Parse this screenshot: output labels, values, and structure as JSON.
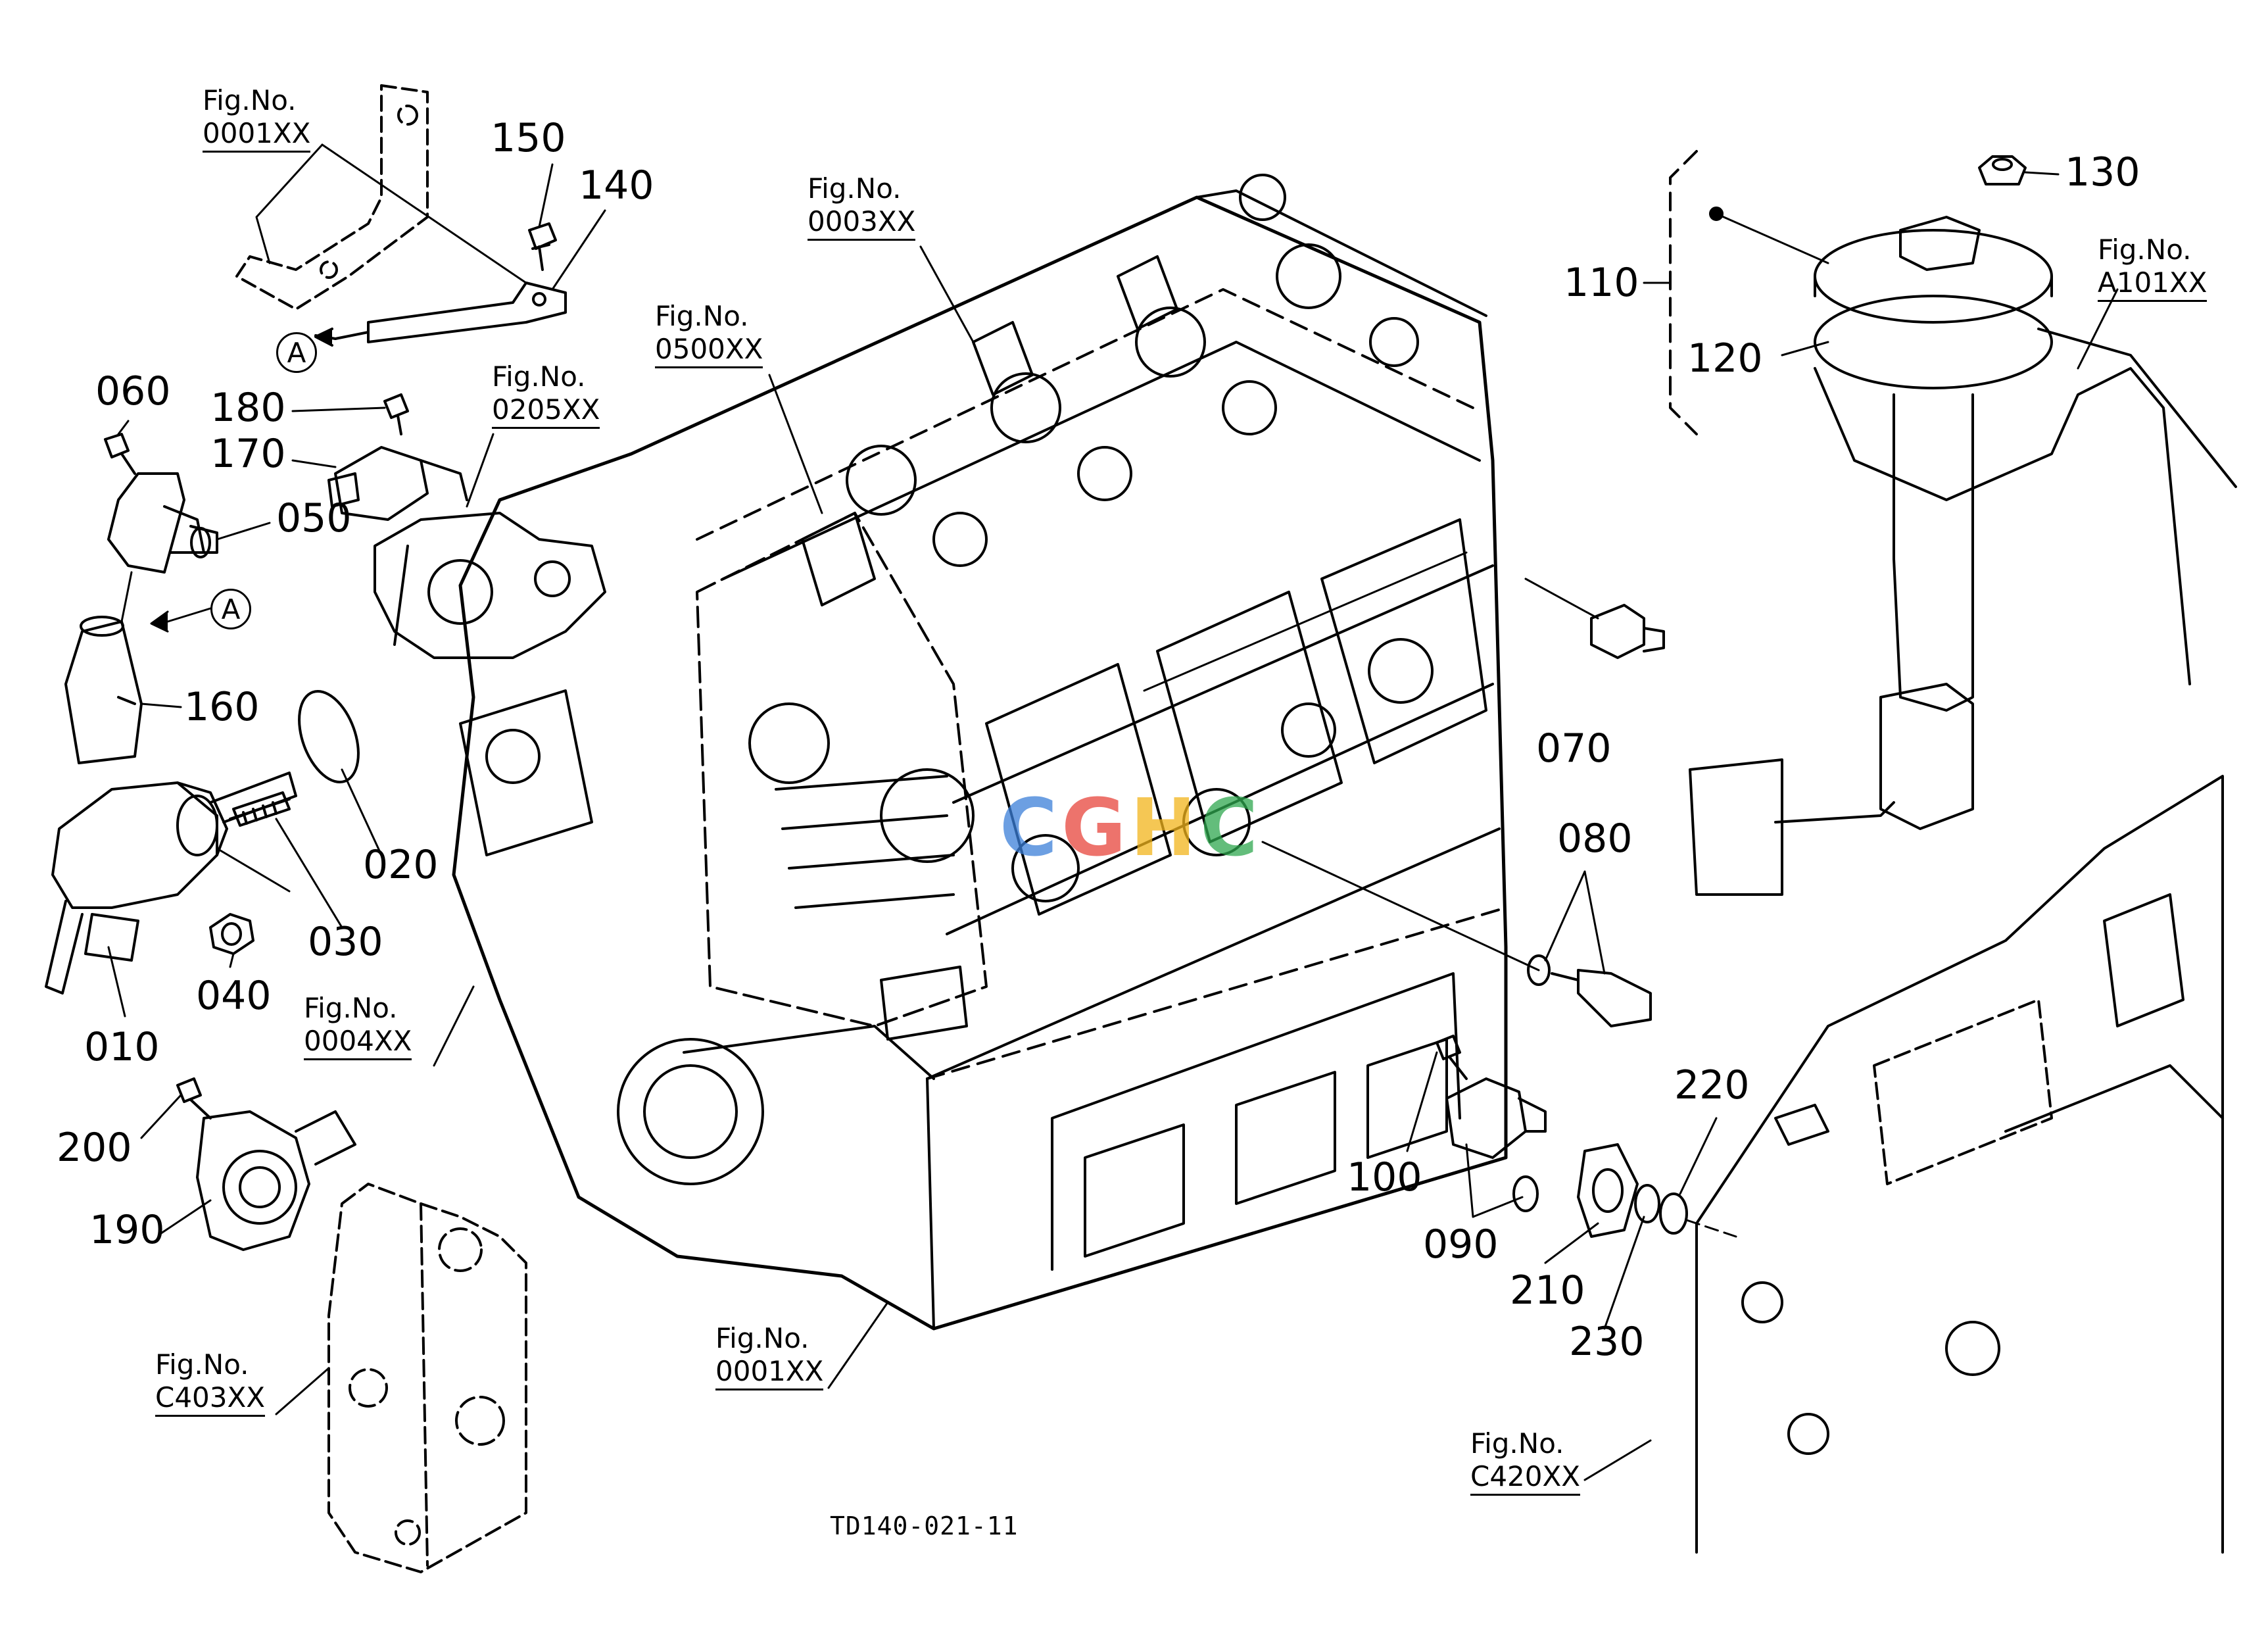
{
  "drawing_code": "TD140-021-11",
  "watermark": {
    "letters": [
      "C",
      "G",
      "H",
      "C"
    ],
    "colors": [
      "#3b7fd9",
      "#e8453c",
      "#f2b51c",
      "#2fa84f"
    ]
  },
  "reference_marker": "A",
  "fig_prefix": "Fig.No.",
  "figure_refs": [
    {
      "id": "fig-0001xx-top",
      "no": "0001XX"
    },
    {
      "id": "fig-0003xx",
      "no": "0003XX"
    },
    {
      "id": "fig-0500xx",
      "no": "0500XX"
    },
    {
      "id": "fig-0205xx",
      "no": "0205XX"
    },
    {
      "id": "fig-a101xx",
      "no": "A101XX"
    },
    {
      "id": "fig-0004xx",
      "no": "0004XX"
    },
    {
      "id": "fig-c403xx",
      "no": "C403XX"
    },
    {
      "id": "fig-0001xx-bottom",
      "no": "0001XX"
    },
    {
      "id": "fig-c420xx",
      "no": "C420XX"
    }
  ],
  "parts": [
    "010",
    "020",
    "030",
    "040",
    "050",
    "060",
    "070",
    "080",
    "090",
    "100",
    "110",
    "120",
    "130",
    "140",
    "150",
    "160",
    "170",
    "180",
    "190",
    "200",
    "210",
    "220",
    "230"
  ]
}
